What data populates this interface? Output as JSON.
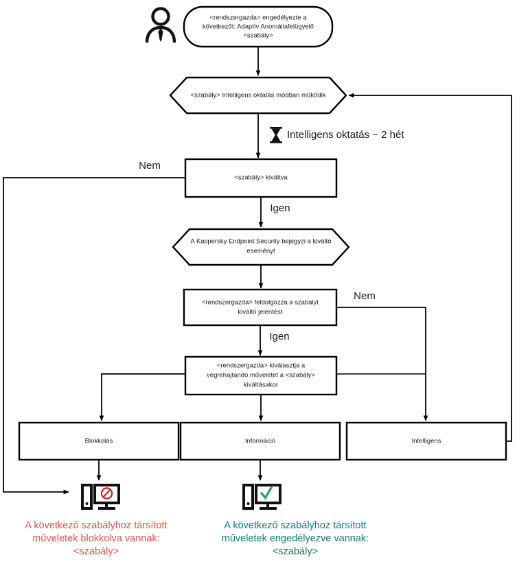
{
  "diagram": {
    "title": "Adaptív Anomáliafelügyelő szabály folyamatábra",
    "language": "hu",
    "colors": {
      "stroke": "#000000",
      "background": "#ffffff",
      "text": "#1a1a1a",
      "blocked": "#d9534f",
      "allowed": "#0e7c70",
      "icon_red": "#cc2229",
      "icon_green": "#19a07c"
    }
  },
  "actor": {
    "name": "administrator-person",
    "label": ""
  },
  "nodes": {
    "start": {
      "shape": "rounded-rect",
      "text_lines": [
        "<rendszergazda> engedélyezte a",
        "következőt: Adaptív Anomáliafelügyelő",
        "<szabály>"
      ]
    },
    "smart_mode": {
      "shape": "hexagon",
      "text_lines": [
        "<szabály> Intelligens oktatás módban működik"
      ]
    },
    "rule_triggered": {
      "shape": "rect",
      "text_lines": [
        "<szabály> kiváltva"
      ]
    },
    "kes_logs_event": {
      "shape": "hexagon",
      "text_lines": [
        "A Kaspersky Endpoint Security bejegyzi a kiváltó",
        "eseményt"
      ]
    },
    "admin_processes_report": {
      "shape": "rect",
      "text_lines": [
        "<rendszergazda>  feldolgozza a szabályt",
        "kiváltó jelentést"
      ]
    },
    "admin_selects_action": {
      "shape": "rect",
      "text_lines": [
        "<rendszergazda> kiválasztja a",
        "végrehajtandó műveletet a <szabály>",
        "kiváltásakor"
      ]
    },
    "action_block": {
      "shape": "rect",
      "text_lines": [
        "Blokkolás"
      ]
    },
    "action_inform": {
      "shape": "rect",
      "text_lines": [
        "Információ"
      ]
    },
    "action_smart": {
      "shape": "rect",
      "text_lines": [
        "Intelligens"
      ]
    }
  },
  "notes": {
    "training_period": {
      "icon": "hourglass-icon",
      "text": "Intelligens oktatás ~ 2 hét"
    }
  },
  "edge_labels": {
    "triggered_no": "Nem",
    "triggered_yes": "Igen",
    "report_no": "Nem",
    "report_yes": "Igen"
  },
  "outcomes": {
    "blocked": {
      "icon": "computer-blocked-icon",
      "text_lines": [
        "A következő szabályhoz társított",
        "műveletek blokkolva vannak:",
        "<szabály>"
      ]
    },
    "allowed": {
      "icon": "computer-allowed-icon",
      "text_lines": [
        "A következő szabályhoz társított",
        "műveletek engedélyezve vannak:",
        "<szabály>"
      ]
    }
  }
}
